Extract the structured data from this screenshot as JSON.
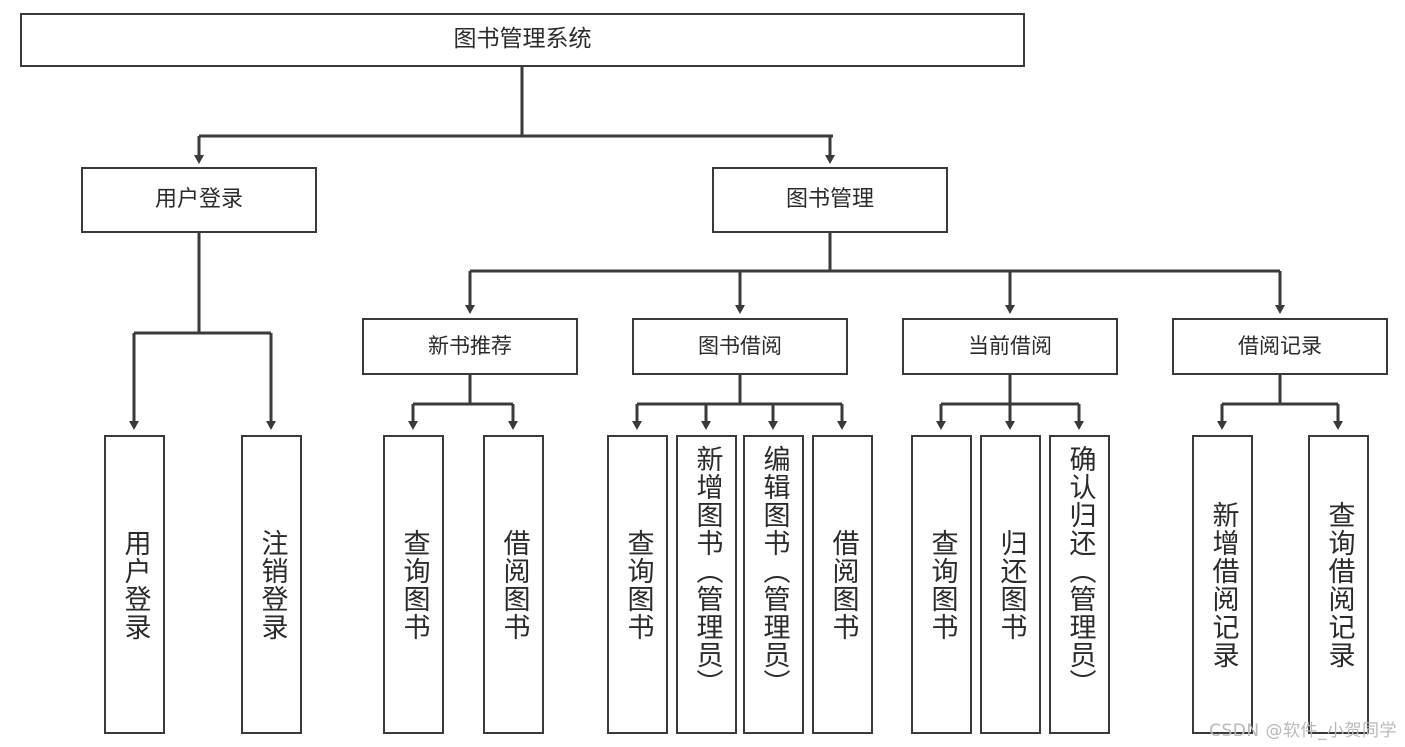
{
  "diagram": {
    "title": "图书管理系统",
    "root": {
      "label": "图书管理系统"
    },
    "level2": [
      {
        "label": "用户登录"
      },
      {
        "label": "图书管理"
      }
    ],
    "level3": [
      {
        "label": "新书推荐"
      },
      {
        "label": "图书借阅"
      },
      {
        "label": "当前借阅"
      },
      {
        "label": "借阅记录"
      }
    ],
    "leaves": [
      {
        "label": "用户登录",
        "parent": "用户登录"
      },
      {
        "label": "注销登录",
        "parent": "用户登录"
      },
      {
        "label": "查询图书",
        "parent": "新书推荐"
      },
      {
        "label": "借阅图书",
        "parent": "新书推荐"
      },
      {
        "label": "查询图书",
        "parent": "图书借阅"
      },
      {
        "label": "新增图书（管理员）",
        "parent": "图书借阅"
      },
      {
        "label": "编辑图书（管理员）",
        "parent": "图书借阅"
      },
      {
        "label": "借阅图书",
        "parent": "图书借阅"
      },
      {
        "label": "查询图书",
        "parent": "当前借阅"
      },
      {
        "label": "归还图书",
        "parent": "当前借阅"
      },
      {
        "label": "确认归还（管理员）",
        "parent": "当前借阅"
      },
      {
        "label": "新增借阅记录",
        "parent": "借阅记录"
      },
      {
        "label": "查询借阅记录",
        "parent": "借阅记录"
      }
    ]
  },
  "watermark": {
    "text": "CSDN @软件_小贺同学"
  },
  "colors": {
    "stroke": "#3a3a3a",
    "text": "#2b2b2b",
    "background": "#ffffff",
    "watermark": "#b9b9b9"
  }
}
